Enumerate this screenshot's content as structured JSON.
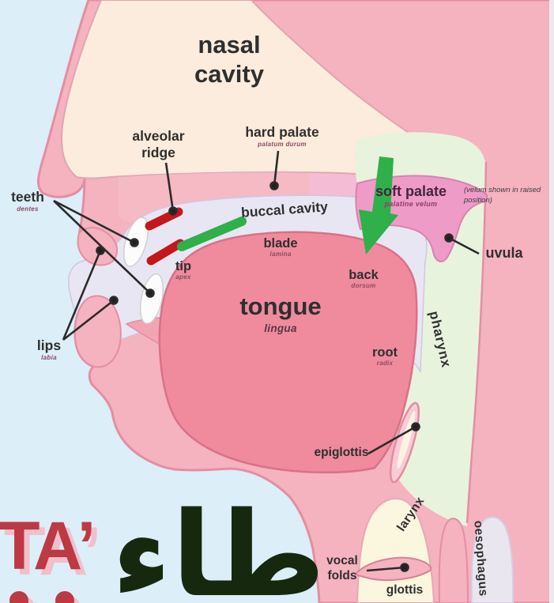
{
  "title": "Sagittal vocal tract articulation diagram for the Arabic letter Ṭāʼ",
  "labels": {
    "nasal_cavity": "nasal cavity",
    "alveolar_ridge": "alveolar ridge",
    "hard_palate": "hard palate",
    "hard_palate_latin": "palatum durum",
    "soft_palate": "soft palate",
    "soft_palate_latin": "palatine velum",
    "velum_note": "(velum shown in raised position)",
    "teeth": "teeth",
    "teeth_latin": "dentes",
    "lips": "lips",
    "lips_latin": "labia",
    "buccal_cavity": "buccal cavity",
    "blade": "blade",
    "blade_latin": "lamina",
    "tip": "tip",
    "tip_latin": "apex",
    "back": "back",
    "back_latin": "dorsum",
    "tongue": "tongue",
    "tongue_latin": "lingua",
    "root": "root",
    "root_latin": "radix",
    "uvula": "uvula",
    "pharynx": "pharynx",
    "epiglottis": "epiglottis",
    "larynx": "larynx",
    "vocal_folds": "vocal folds",
    "glottis": "glottis",
    "oesophagus": "oesophagus"
  },
  "letter": {
    "latin": "TA’",
    "latin_diacritic": "dot below T and A (emphatic Ṭāʼ)",
    "arabic": "طاء"
  },
  "colors": {
    "background": "#dceef8",
    "head_pink": "#f5b2bf",
    "head_outline": "#e28fa2",
    "nasal_cream": "#fcecdd",
    "palate_band": "#f5bac4",
    "palate_tint": "#f3bcd8",
    "soft_palate": "#ee9cc7",
    "pharynx_green": "#e8f3de",
    "cavity_lavender": "#e9e6f3",
    "tongue_pink": "#ef8b9d",
    "mouth_floor": "#f3a4b2",
    "tooth_white": "#fcfcfc",
    "larynx_cream": "#fbf7df",
    "oesophagus_grey": "#e9e6ef",
    "marker_red": "#c4171c",
    "marker_green": "#2fb04a",
    "pointer_line": "#2b2b2b",
    "label_ink": "#2f2f2f",
    "ta_red": "#bd3944",
    "ta_shadow": "#efc0ca",
    "arabic_ink": "#16290f"
  }
}
